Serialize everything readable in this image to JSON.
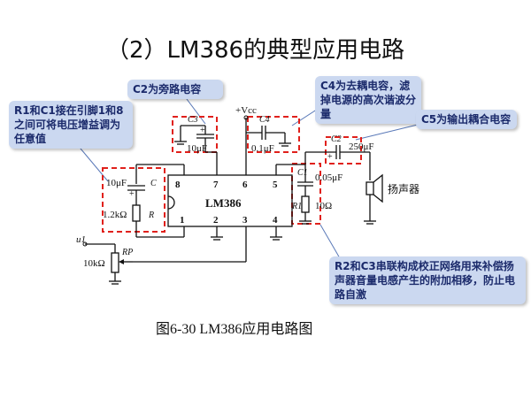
{
  "title": "（2）LM386的典型应用电路",
  "chip": {
    "name": "LM386",
    "pins": [
      "8",
      "7",
      "6",
      "5",
      "1",
      "2",
      "3",
      "4"
    ]
  },
  "circuit_labels": {
    "vcc": "+Vcc",
    "c3_name": "C3",
    "c3_value": "10μF",
    "c4_name": "C4",
    "c4_value": "0.1μF",
    "c2_name": "C2",
    "c2_value": "250μF",
    "c1_name": "C1",
    "c1_value": "0.05μF",
    "r1_name": "R1",
    "r1_value": "10Ω",
    "cap_left_value": "10μF",
    "cap_left_name": "C",
    "res_left_value": "1.2kΩ",
    "res_left_name": "R",
    "input_name": "u1",
    "pot_name": "RP",
    "pot_value": "10kΩ",
    "speaker_label": "扬声器",
    "plus": "+"
  },
  "notes": {
    "c2": "C2为旁路电容",
    "c4": "C4为去耦电容，滤掉电源的高次谐波分量",
    "c5": "C5为输出耦合电容",
    "r1c1": "R1和C1接在引脚1和8之间可将电压增益调为任意值",
    "r2c3": "R2和C3串联构成校正网络用来补偿扬声器音量电感产生的附加相移，防止电路自激"
  },
  "caption": "图6-30  LM386应用电路图",
  "colors": {
    "highlight": "#e0201b",
    "note_bg": "#cbd8f0",
    "note_text": "#1b2a6b",
    "note_line": "#5a79b8"
  }
}
